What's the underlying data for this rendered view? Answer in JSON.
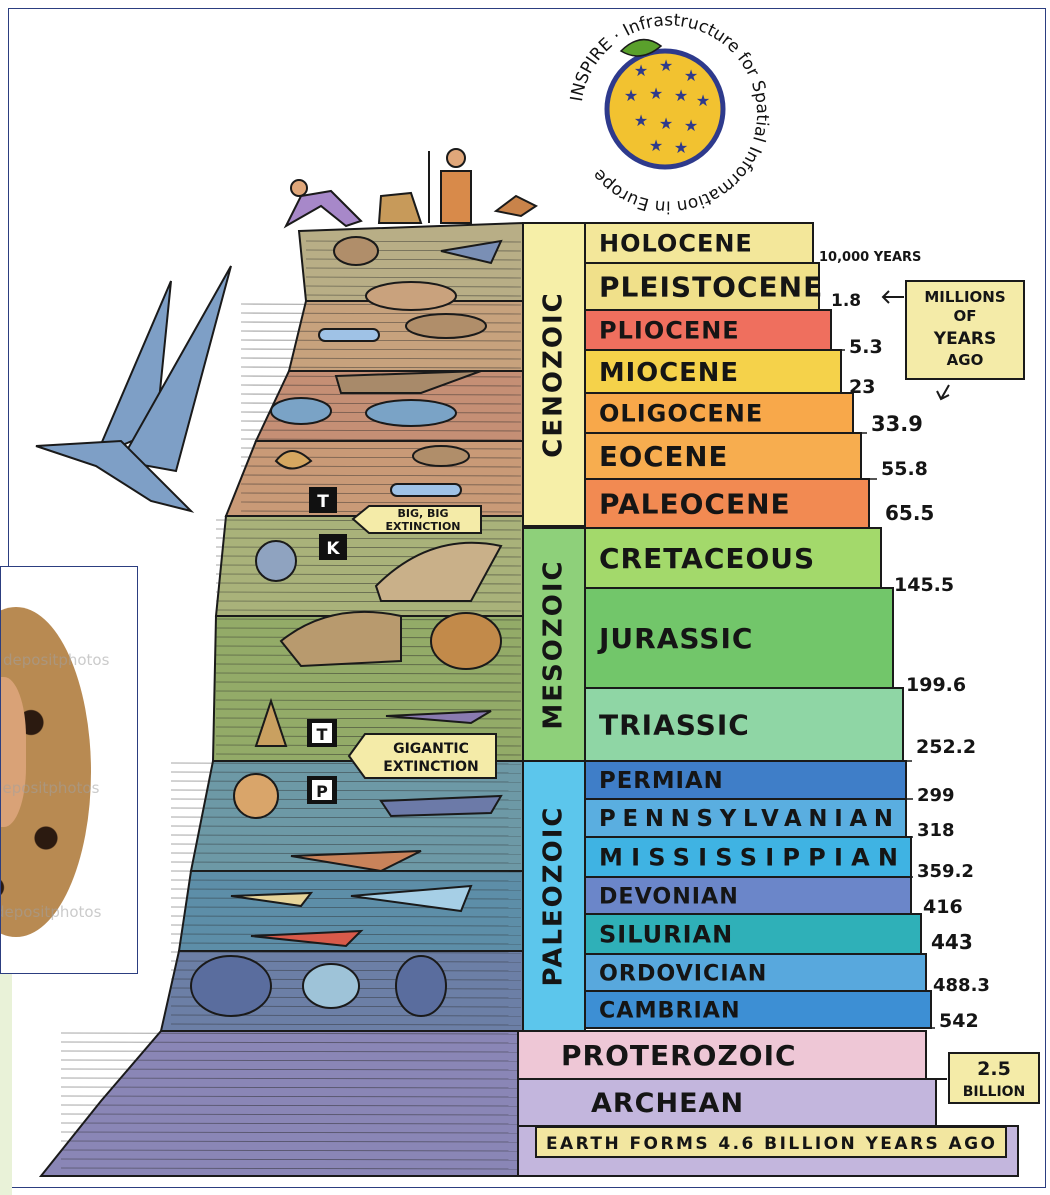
{
  "logo": {
    "arc_text": "INSPIRE · Infrastructure for Spatial Information in Europe",
    "colors": {
      "ring": "#2e3a8c",
      "fill": "#f2c230",
      "leaf": "#5aa02c"
    }
  },
  "eras": [
    {
      "name": "CENOZOIC",
      "color": "#f6efa8"
    },
    {
      "name": "MESOZOIC",
      "color": "#8ed07a"
    },
    {
      "name": "PALEOZOIC",
      "color": "#5cc6ec"
    }
  ],
  "periods": [
    {
      "name": "HOLOCENE",
      "color": "#f3e79a",
      "age": "10,000 YEARS"
    },
    {
      "name": "PLEISTOCENE",
      "color": "#f0e08a",
      "age": "1.8"
    },
    {
      "name": "PLIOCENE",
      "color": "#ef6f5e",
      "age": "5.3"
    },
    {
      "name": "MIOCENE",
      "color": "#f5d24a",
      "age": "23"
    },
    {
      "name": "OLIGOCENE",
      "color": "#f8a84a",
      "age": "33.9"
    },
    {
      "name": "EOCENE",
      "color": "#f7ad4f",
      "age": "55.8"
    },
    {
      "name": "PALEOCENE",
      "color": "#f28a52",
      "age": "65.5"
    },
    {
      "name": "CRETACEOUS",
      "color": "#a3d96b",
      "age": "145.5"
    },
    {
      "name": "JURASSIC",
      "color": "#72c66a",
      "age": "199.6"
    },
    {
      "name": "TRIASSIC",
      "color": "#8fd6a5",
      "age": "252.2"
    },
    {
      "name": "PERMIAN",
      "color": "#3f7ec8",
      "age": "299"
    },
    {
      "name": "PENNSYLVANIAN",
      "color": "#5aaee0",
      "age": "318"
    },
    {
      "name": "MISSISSIPPIAN",
      "color": "#3fb3e3",
      "age": "359.2"
    },
    {
      "name": "DEVONIAN",
      "color": "#6b86c9",
      "age": "416"
    },
    {
      "name": "SILURIAN",
      "color": "#2fb0b8",
      "age": "443"
    },
    {
      "name": "ORDOVICIAN",
      "color": "#58a8dd",
      "age": "488.3"
    },
    {
      "name": "CAMBRIAN",
      "color": "#3d8fd4",
      "age": "542"
    }
  ],
  "precambrian": [
    {
      "name": "PROTEROZOIC",
      "color": "#eec7d6"
    },
    {
      "name": "ARCHEAN",
      "color": "#c3b6dd"
    }
  ],
  "footer_band": {
    "text": "EARTH FORMS 4.6 BILLION YEARS AGO",
    "color": "#f2e6a0"
  },
  "annotations": {
    "millions_box": [
      "MILLIONS",
      "OF",
      "YEARS",
      "AGO"
    ],
    "billion_box": [
      "2.5",
      "BILLION"
    ],
    "big_extinction": [
      "BIG, BIG",
      "EXTINCTION"
    ],
    "gigantic_extinction": [
      "GIGANTIC",
      "EXTINCTION"
    ],
    "boundary_markers": [
      "T",
      "K",
      "T",
      "P"
    ]
  },
  "side_panel": {
    "watermark": "depositphotos"
  }
}
